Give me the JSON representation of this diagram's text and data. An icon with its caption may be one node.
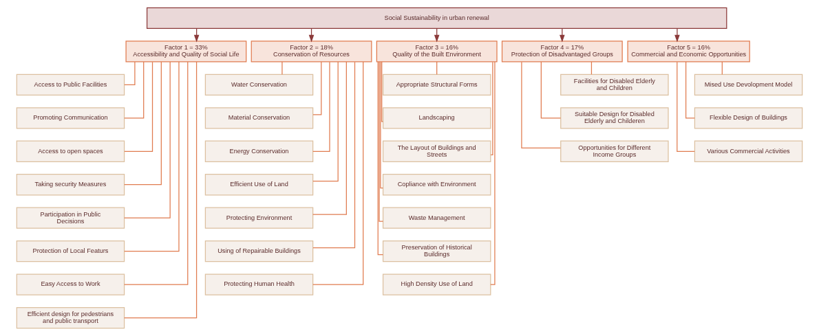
{
  "diagram": {
    "nodes": [
      {
        "text": [
          "Social Sustainability in urban renewal"
        ]
      },
      {
        "text": [
          "Factor 1 = 33%",
          "Accessibility and Quality of Social Life"
        ]
      },
      {
        "text": [
          "Factor 2 = 18%",
          "Conservation of Resources"
        ]
      },
      {
        "text": [
          "Factor 3 = 16%",
          "Quality of the Built Environment"
        ]
      },
      {
        "text": [
          "Factor 4 = 17%",
          "Protection of Disadvantaged Groups"
        ]
      },
      {
        "text": [
          "Factor 5 = 16%",
          "Commercial and Economic Opportunities"
        ]
      },
      {
        "text": [
          "Access to Public Facilities"
        ]
      },
      {
        "text": [
          "Promoting Communication"
        ]
      },
      {
        "text": [
          "Access to open spaces"
        ]
      },
      {
        "text": [
          "Taking security Measures"
        ]
      },
      {
        "text": [
          "Participation in Public Decisions"
        ]
      },
      {
        "text": [
          "Protection of Local Featurs"
        ]
      },
      {
        "text": [
          "Easy Access to Work"
        ]
      },
      {
        "text": [
          "Efficient design for pedestrians and public transport"
        ]
      },
      {
        "text": [
          "Water Conservation"
        ]
      },
      {
        "text": [
          "Material Conservation"
        ]
      },
      {
        "text": [
          "Energy Conservation"
        ]
      },
      {
        "text": [
          "Efficient Use of Land"
        ]
      },
      {
        "text": [
          "Protecting Environment"
        ]
      },
      {
        "text": [
          "Using of Repairable Buildings"
        ]
      },
      {
        "text": [
          "Protecting Human Health"
        ]
      },
      {
        "text": [
          "Appropriate Structural Forms"
        ]
      },
      {
        "text": [
          "Landscaping"
        ]
      },
      {
        "text": [
          "The Layout of Buildings and Streets"
        ]
      },
      {
        "text": [
          "Copliance with Environment"
        ]
      },
      {
        "text": [
          "Waste Management"
        ]
      },
      {
        "text": [
          "Preservation of Historical Buildings"
        ]
      },
      {
        "text": [
          "High Density Use of Land"
        ]
      },
      {
        "text": [
          "Facilities for Disabled Elderly and Children"
        ]
      },
      {
        "text": [
          "Suitable Design for Disabled Elderly and Childeren"
        ]
      },
      {
        "text": [
          "Opportunities for Different Income Groups"
        ]
      },
      {
        "text": [
          "Mised Use Devolopment Model"
        ]
      },
      {
        "text": [
          "Flexible Design of Buildings"
        ]
      },
      {
        "text": [
          "Various Commercial Activities"
        ]
      }
    ],
    "edges": [
      {
        "from": 0,
        "to": 1,
        "arrow": "to",
        "color": "#8b3a3a"
      },
      {
        "from": 0,
        "to": 2,
        "arrow": "to",
        "color": "#8b3a3a"
      },
      {
        "from": 0,
        "to": 3,
        "arrow": "to",
        "color": "#8b3a3a"
      },
      {
        "from": 0,
        "to": 4,
        "arrow": "to",
        "color": "#8b3a3a"
      },
      {
        "from": 0,
        "to": 5,
        "arrow": "to",
        "color": "#8b3a3a"
      },
      {
        "from": 1,
        "to": 6,
        "arrow": "none"
      },
      {
        "from": 1,
        "to": 7,
        "arrow": "none"
      },
      {
        "from": 1,
        "to": 8,
        "arrow": "none"
      },
      {
        "from": 1,
        "to": 9,
        "arrow": "none"
      },
      {
        "from": 1,
        "to": 10,
        "arrow": "none"
      },
      {
        "from": 1,
        "to": 11,
        "arrow": "none"
      },
      {
        "from": 1,
        "to": 12,
        "arrow": "none"
      },
      {
        "from": 1,
        "to": 13,
        "arrow": "none"
      },
      {
        "from": 2,
        "to": 14,
        "arrow": "none"
      },
      {
        "from": 2,
        "to": 15,
        "arrow": "none"
      },
      {
        "from": 2,
        "to": 16,
        "arrow": "none"
      },
      {
        "from": 2,
        "to": 17,
        "arrow": "none"
      },
      {
        "from": 2,
        "to": 18,
        "arrow": "none"
      },
      {
        "from": 2,
        "to": 19,
        "arrow": "none"
      },
      {
        "from": 2,
        "to": 20,
        "arrow": "none"
      },
      {
        "from": 3,
        "to": 21,
        "arrow": "none"
      },
      {
        "from": 3,
        "to": 22,
        "arrow": "none"
      },
      {
        "from": 3,
        "to": 23,
        "arrow": "none"
      },
      {
        "from": 3,
        "to": 24,
        "arrow": "none"
      },
      {
        "from": 3,
        "to": 25,
        "arrow": "none"
      },
      {
        "from": 3,
        "to": 26,
        "arrow": "none"
      },
      {
        "from": 3,
        "to": 27,
        "arrow": "none"
      },
      {
        "from": 4,
        "to": 28,
        "arrow": "none"
      },
      {
        "from": 4,
        "to": 29,
        "arrow": "none"
      },
      {
        "from": 4,
        "to": 30,
        "arrow": "none"
      },
      {
        "from": 5,
        "to": 31,
        "arrow": "none"
      },
      {
        "from": 5,
        "to": 32,
        "arrow": "none"
      },
      {
        "from": 5,
        "to": 33,
        "arrow": "none"
      }
    ]
  }
}
